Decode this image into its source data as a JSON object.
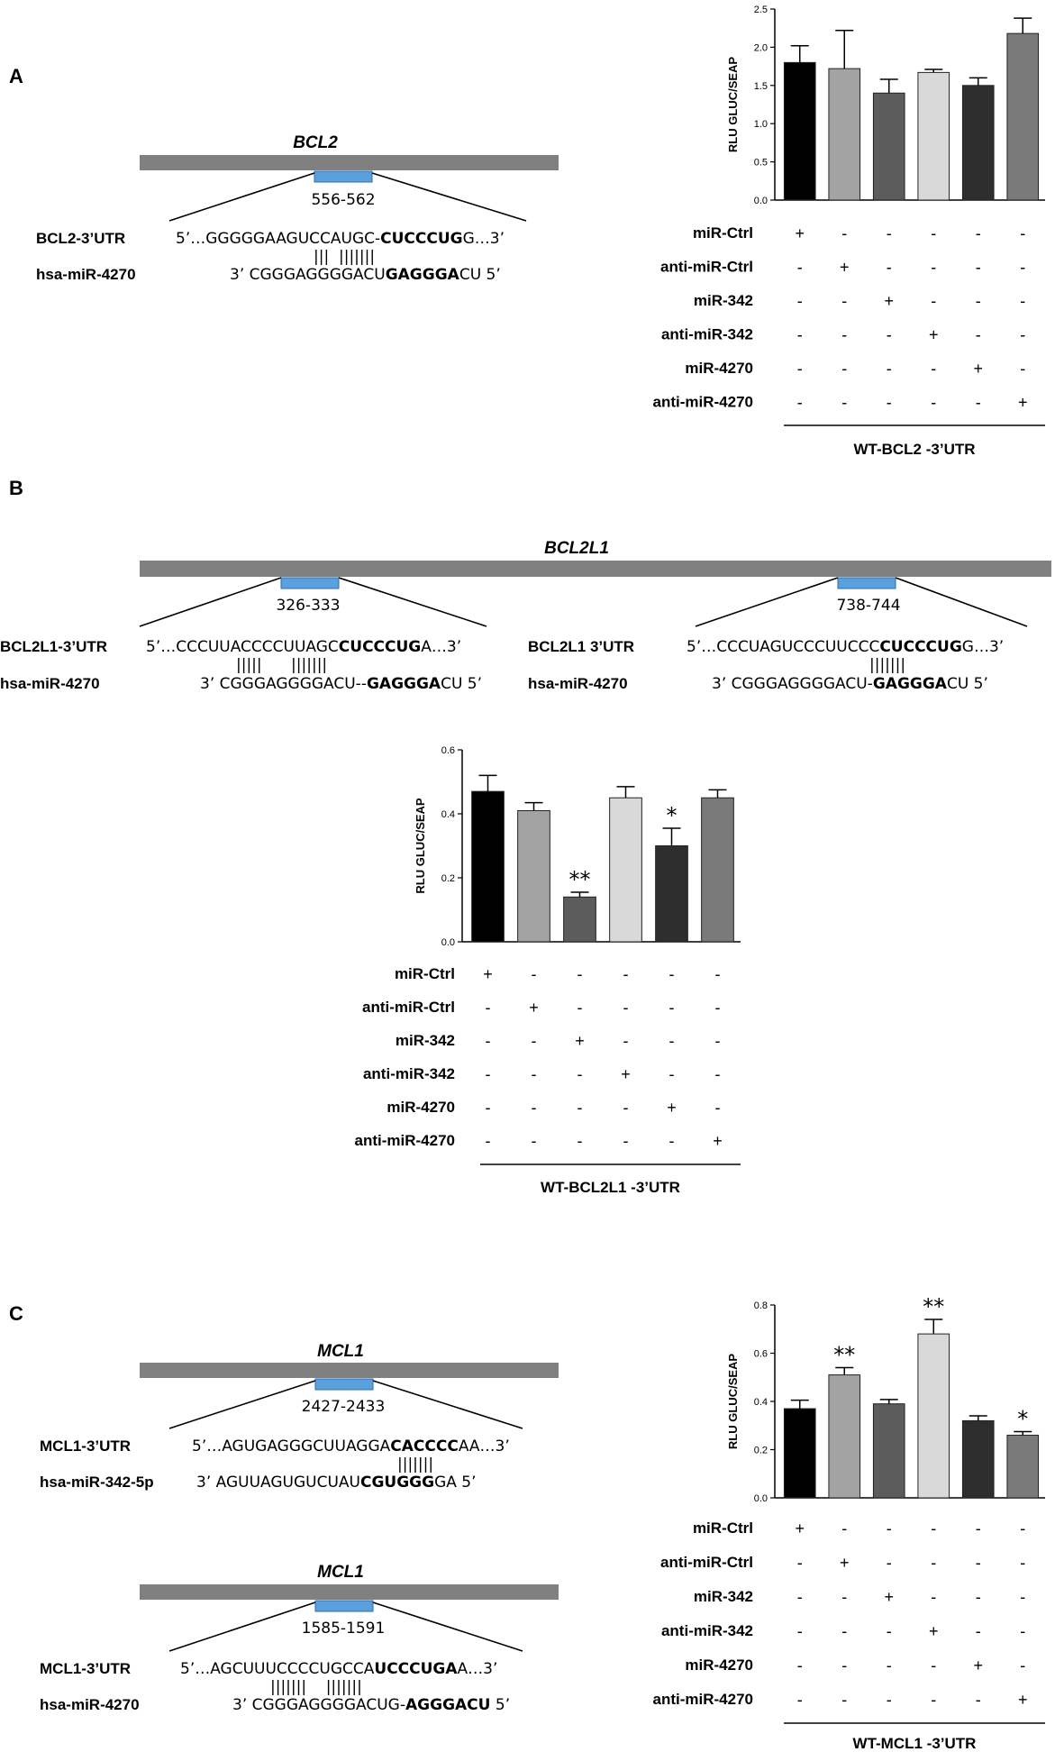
{
  "panels": {
    "A": {
      "letter": "A",
      "gene": "BCL2",
      "site": "556-562",
      "utr_label": "BCL2-3’UTR",
      "mir_label": "hsa-miR-4270",
      "utr_seq": [
        {
          "t": "5’…GGGGGAAGUCCAUGC-",
          "b": false
        },
        {
          "t": "CUCCCUG",
          "b": true
        },
        {
          "t": "G…3’",
          "b": false
        }
      ],
      "pairs": "|||  |||||||",
      "mir_seq": [
        {
          "t": "3’ CGGGAGGGGACU",
          "b": false
        },
        {
          "t": "GAGGGA",
          "b": true
        },
        {
          "t": "CU  5’",
          "b": false
        }
      ],
      "footer": "WT-BCL2 -3’UTR"
    },
    "B": {
      "letter": "B",
      "gene": "BCL2L1",
      "site1": "326-333",
      "site2": "738-744",
      "utr1_label": "BCL2L1-3’UTR",
      "mir1_label": "hsa-miR-4270",
      "utr1_seq": [
        {
          "t": "5’…CCCUUACCCCUUAGC",
          "b": false
        },
        {
          "t": "CUCCCUG",
          "b": true
        },
        {
          "t": "A…3’",
          "b": false
        }
      ],
      "pairs1": "|||||      |||||||",
      "mir1_seq": [
        {
          "t": "3’ CGGGAGGGGACU--",
          "b": false
        },
        {
          "t": "GAGGGA",
          "b": true
        },
        {
          "t": "CU  5’",
          "b": false
        }
      ],
      "utr2_label": "BCL2L1 3’UTR",
      "mir2_label": "hsa-miR-4270",
      "utr2_seq": [
        {
          "t": "5’…CCCUAGUCCCUUCCC",
          "b": false
        },
        {
          "t": "CUCCCUG",
          "b": true
        },
        {
          "t": "G…3’",
          "b": false
        }
      ],
      "pairs2": "|||||||",
      "mir2_seq": [
        {
          "t": "3’ CGGGAGGGGACU-",
          "b": false
        },
        {
          "t": "GAGGGA",
          "b": true
        },
        {
          "t": "CU  5’",
          "b": false
        }
      ],
      "footer": "WT-BCL2L1 -3’UTR"
    },
    "C": {
      "letter": "C",
      "gene1": "MCL1",
      "site1": "2427-2433",
      "utr1_label": "MCL1-3’UTR",
      "mir1_label": "hsa-miR-342-5p",
      "utr1_seq": [
        {
          "t": "5’…AGUGAGGGCUUAGGA",
          "b": false
        },
        {
          "t": "CACCCC",
          "b": true
        },
        {
          "t": "AA…3’",
          "b": false
        }
      ],
      "pairs1": "|||||||",
      "mir1_seq": [
        {
          "t": "3’ AGUUAGUGUCUAU",
          "b": false
        },
        {
          "t": "CGUGGG",
          "b": true
        },
        {
          "t": "GA  5’",
          "b": false
        }
      ],
      "gene2": "MCL1",
      "site2": "1585-1591",
      "utr2_label": "MCL1-3’UTR",
      "mir2_label": "hsa-miR-4270",
      "utr2_seq": [
        {
          "t": "5’…AGCUUUCCCCUGCCA",
          "b": false
        },
        {
          "t": "UCCCUGA",
          "b": true
        },
        {
          "t": "A…3’",
          "b": false
        }
      ],
      "pairs2": "|||||||    |||||||",
      "mir2_seq": [
        {
          "t": "3’ CGGGAGGGGACUG-",
          "b": false
        },
        {
          "t": "AGGGACU",
          "b": true
        },
        {
          "t": "  5’",
          "b": false
        }
      ],
      "footer": "WT-MCL1 -3’UTR"
    }
  },
  "conditions": [
    "miR-Ctrl",
    "anti-miR-Ctrl",
    "miR-342",
    "anti-miR-342",
    "miR-4270",
    "anti-miR-4270"
  ],
  "chart_data": [
    {
      "panel": "A",
      "type": "bar",
      "ylabel": "RLU GLUC/SEAP",
      "ylim": [
        0,
        2.5
      ],
      "yticks": [
        "0.0",
        "0.5",
        "1.0",
        "1.5",
        "2.0",
        "2.5"
      ],
      "values": [
        1.8,
        1.72,
        1.4,
        1.67,
        1.5,
        2.18
      ],
      "errors": [
        0.22,
        0.5,
        0.18,
        0.04,
        0.1,
        0.2
      ],
      "significance": [
        "",
        "",
        "",
        "",
        "",
        ""
      ],
      "colors": [
        "#000000",
        "#a3a3a3",
        "#5c5c5c",
        "#d9d9d9",
        "#2e2e2e",
        "#7a7a7a"
      ]
    },
    {
      "panel": "B",
      "type": "bar",
      "ylabel": "RLU GLUC/SEAP",
      "ylim": [
        0,
        0.6
      ],
      "yticks": [
        "0.0",
        "0.2",
        "0.4",
        "0.6"
      ],
      "values": [
        0.47,
        0.41,
        0.14,
        0.45,
        0.3,
        0.45
      ],
      "errors": [
        0.05,
        0.025,
        0.015,
        0.035,
        0.055,
        0.025
      ],
      "significance": [
        "",
        "",
        "**",
        "",
        "*",
        ""
      ],
      "colors": [
        "#000000",
        "#a3a3a3",
        "#5c5c5c",
        "#d9d9d9",
        "#2e2e2e",
        "#7a7a7a"
      ]
    },
    {
      "panel": "C",
      "type": "bar",
      "ylabel": "RLU GLUC/SEAP",
      "ylim": [
        0,
        0.8
      ],
      "yticks": [
        "0.0",
        "0.2",
        "0.4",
        "0.6",
        "0.8"
      ],
      "values": [
        0.37,
        0.51,
        0.39,
        0.68,
        0.32,
        0.26
      ],
      "errors": [
        0.035,
        0.03,
        0.018,
        0.06,
        0.02,
        0.015
      ],
      "significance": [
        "",
        "**",
        "",
        "**",
        "",
        "*"
      ],
      "colors": [
        "#000000",
        "#a3a3a3",
        "#5c5c5c",
        "#d9d9d9",
        "#2e2e2e",
        "#7a7a7a"
      ]
    }
  ]
}
